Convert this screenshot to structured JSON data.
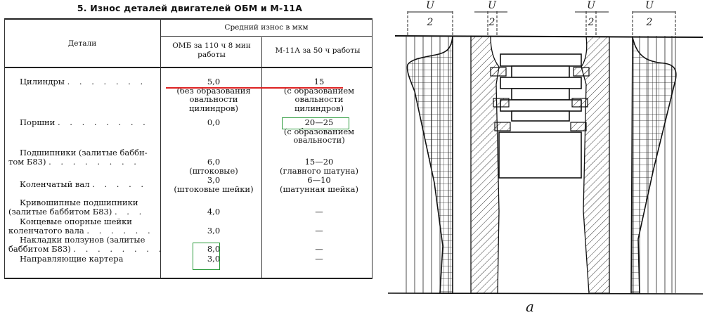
{
  "table": {
    "title": "5. Износ деталей двигателей ОБМ и М-11А",
    "header": {
      "details": "Детали",
      "group": "Средний износ в мкм",
      "col1_line1": "ОМБ за 110 ч 8 мин",
      "col1_line2": "работы",
      "col2": "М-11А за 50 ч работы"
    },
    "rows": [
      {
        "name": [
          "Цилиндры"
        ],
        "col1": [
          "5,0",
          "(без образования",
          "овальности",
          "цилиндров)"
        ],
        "col2": [
          "15",
          "(с образованием",
          "овальности",
          "цилиндров)"
        ]
      },
      {
        "name": [
          "Поршни"
        ],
        "col1": [
          "0,0"
        ],
        "col2": [
          "20—25",
          "(с образованием",
          "овальности)"
        ]
      },
      {
        "name": [
          "Подшипники (залитые баббн-",
          "том Б83)"
        ],
        "col1": [
          "6,0",
          "(штоковые)"
        ],
        "col2": [
          "15—20",
          "(главного шатуна)"
        ]
      },
      {
        "name": [
          "Коленчатый вал"
        ],
        "col1": [
          "3,0",
          "(штоковые шейки)"
        ],
        "col2": [
          "6—10",
          "(шатунная шейка)"
        ]
      },
      {
        "name": [
          "Кривошипные подшипники",
          "(залитые баббитом Б83)"
        ],
        "col1": [
          "4,0"
        ],
        "col2": [
          "—"
        ]
      },
      {
        "name": [
          "Концевые опорные шейки",
          "коленчатого вала"
        ],
        "col1": [
          "3,0"
        ],
        "col2": [
          "—"
        ]
      },
      {
        "name": [
          "Накладки ползунов (залитые",
          "баббитом Б83)"
        ],
        "col1": [
          "8,0"
        ],
        "col2": [
          "—"
        ]
      },
      {
        "name": [
          "Направляющие картера"
        ],
        "col1": [
          "3,0"
        ],
        "col2": [
          "—"
        ]
      }
    ],
    "annotation_colors": {
      "red_line": "#d22222",
      "green_box": "#2a9a3a"
    }
  },
  "drawing": {
    "dimension_label_num": "U",
    "dimension_label_den": "2",
    "caption": "a"
  }
}
